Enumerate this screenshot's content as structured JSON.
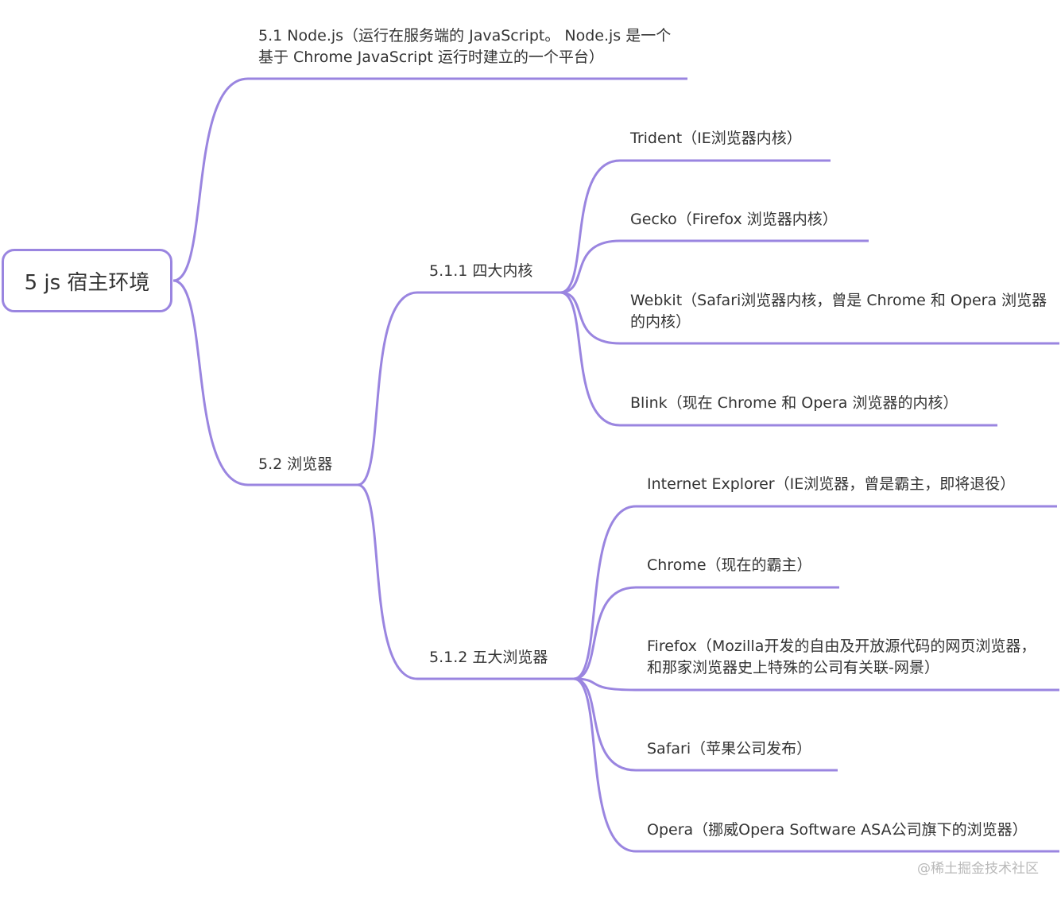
{
  "mindmap": {
    "root": "5 js 宿主环境",
    "branch_nodejs": "5.1 Node.js（运行在服务端的 JavaScript。 Node.js 是一个基于 Chrome JavaScript 运行时建立的一个平台）",
    "branch_browser": "5.2 浏览器",
    "kernels": {
      "title": "5.1.1 四大内核",
      "items": [
        "Trident（IE浏览器内核）",
        "Gecko（Firefox 浏览器内核）",
        "Webkit（Safari浏览器内核，曾是 Chrome 和 Opera 浏览器的内核）",
        "Blink（现在 Chrome 和 Opera 浏览器的内核）"
      ]
    },
    "browsers": {
      "title": "5.1.2 五大浏览器",
      "items": [
        "Internet Explorer（IE浏览器，曾是霸主，即将退役）",
        "Chrome（现在的霸主）",
        "Firefox（Mozilla开发的自由及开放源代码的网页浏览器，和那家浏览器史上特殊的公司有关联-网景）",
        "Safari（苹果公司发布）",
        "Opera（挪威Opera Software ASA公司旗下的浏览器）"
      ]
    }
  },
  "watermark": "@稀土掘金技术社区",
  "colors": {
    "branch": "#9a85e0",
    "text": "#333333"
  }
}
